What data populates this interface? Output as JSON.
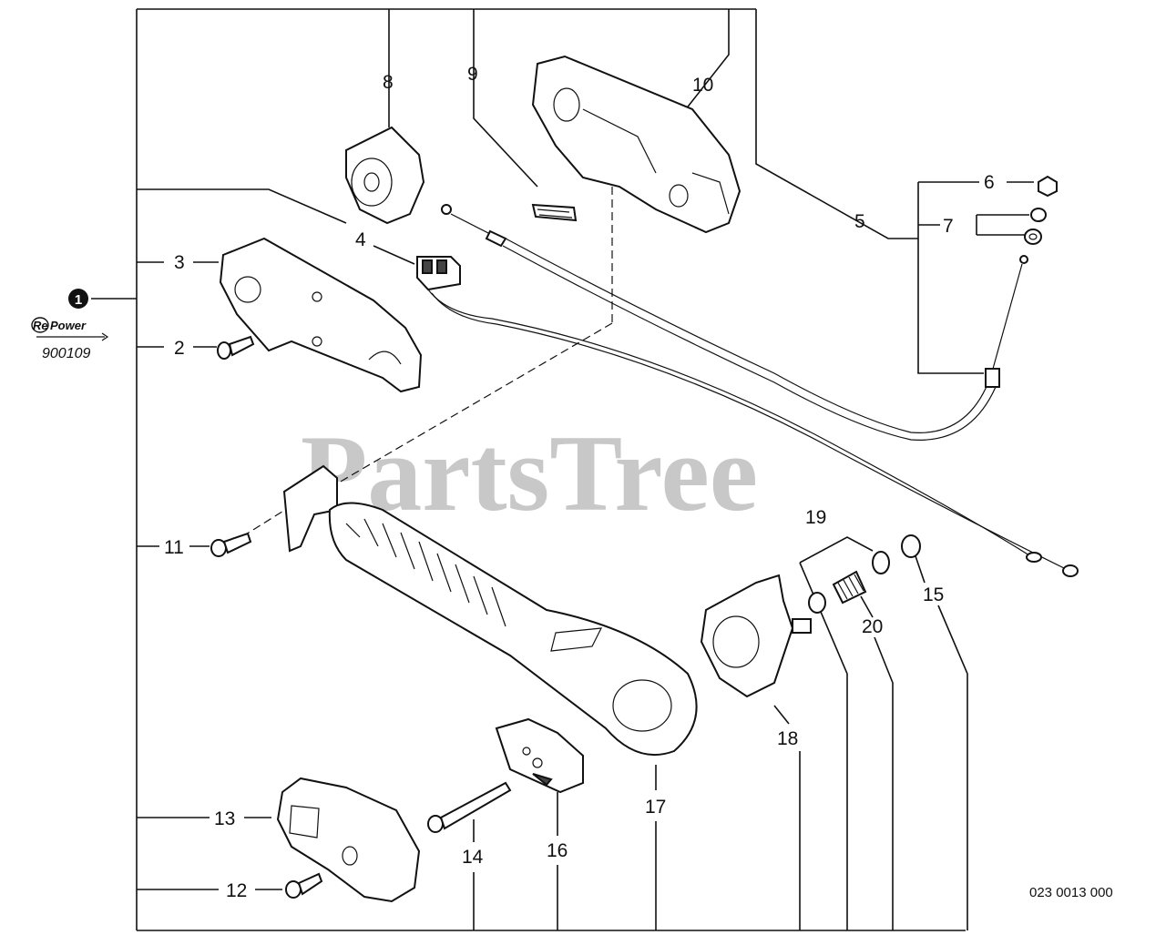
{
  "watermark": "PartsTree",
  "drawing_number": "023 0013 000",
  "kit": {
    "index": "1",
    "brand_prefix": "Re",
    "brand_suffix": "Power",
    "number": "900109"
  },
  "callouts": {
    "c2": "2",
    "c3": "3",
    "c4": "4",
    "c5": "5",
    "c6": "6",
    "c7": "7",
    "c8": "8",
    "c9": "9",
    "c10": "10",
    "c11": "11",
    "c12": "12",
    "c13": "13",
    "c14": "14",
    "c15": "15",
    "c16": "16",
    "c17": "17",
    "c18": "18",
    "c19": "19",
    "c20": "20"
  }
}
